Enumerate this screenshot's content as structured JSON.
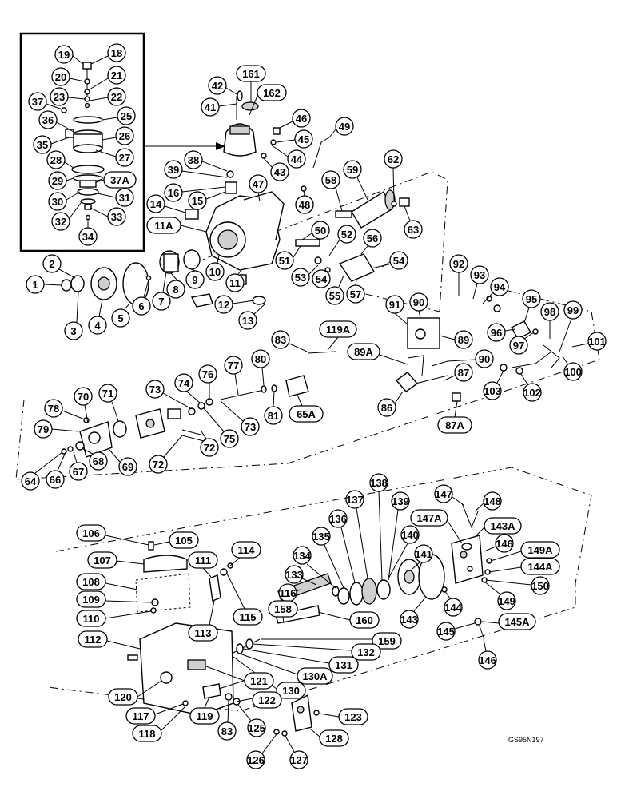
{
  "drawing_code": "GS95N197",
  "inset_labels": [
    "19",
    "18",
    "20",
    "21",
    "23",
    "22",
    "37",
    "25",
    "36",
    "26",
    "35",
    "27",
    "28",
    "29",
    "37A",
    "30",
    "31",
    "32",
    "33",
    "34"
  ],
  "upper_labels": [
    "42",
    "161",
    "162",
    "41",
    "46",
    "45",
    "44",
    "43",
    "49",
    "38",
    "39",
    "47",
    "16",
    "15",
    "14",
    "11A",
    "48",
    "58",
    "59",
    "62",
    "63",
    "2",
    "1",
    "3",
    "4",
    "5",
    "6",
    "7",
    "8",
    "9",
    "10",
    "11",
    "12",
    "13",
    "50",
    "52",
    "56",
    "51",
    "53",
    "54",
    "55",
    "57",
    "54"
  ],
  "middle_labels": [
    "92",
    "93",
    "94",
    "95",
    "96",
    "97",
    "98",
    "99",
    "101",
    "100",
    "91",
    "90",
    "89",
    "90",
    "89A",
    "119A",
    "83",
    "80",
    "81",
    "77",
    "76",
    "74",
    "73",
    "73",
    "75",
    "72",
    "65A",
    "71",
    "70",
    "78",
    "79",
    "64",
    "66",
    "67",
    "68",
    "69",
    "72",
    "86",
    "87",
    "87A",
    "103",
    "102"
  ],
  "lower_labels": [
    "138",
    "137",
    "139",
    "136",
    "147",
    "148",
    "147A",
    "143A",
    "146",
    "149A",
    "144A",
    "150",
    "149",
    "135",
    "140",
    "134",
    "141",
    "133",
    "116",
    "144",
    "143",
    "145",
    "145A",
    "146",
    "158",
    "160",
    "159",
    "132",
    "131",
    "130A",
    "130",
    "106",
    "105",
    "107",
    "111",
    "114",
    "108",
    "109",
    "110",
    "113",
    "115",
    "112",
    "121",
    "120",
    "122",
    "123",
    "117",
    "118",
    "119",
    "83",
    "125",
    "128",
    "126",
    "127"
  ]
}
